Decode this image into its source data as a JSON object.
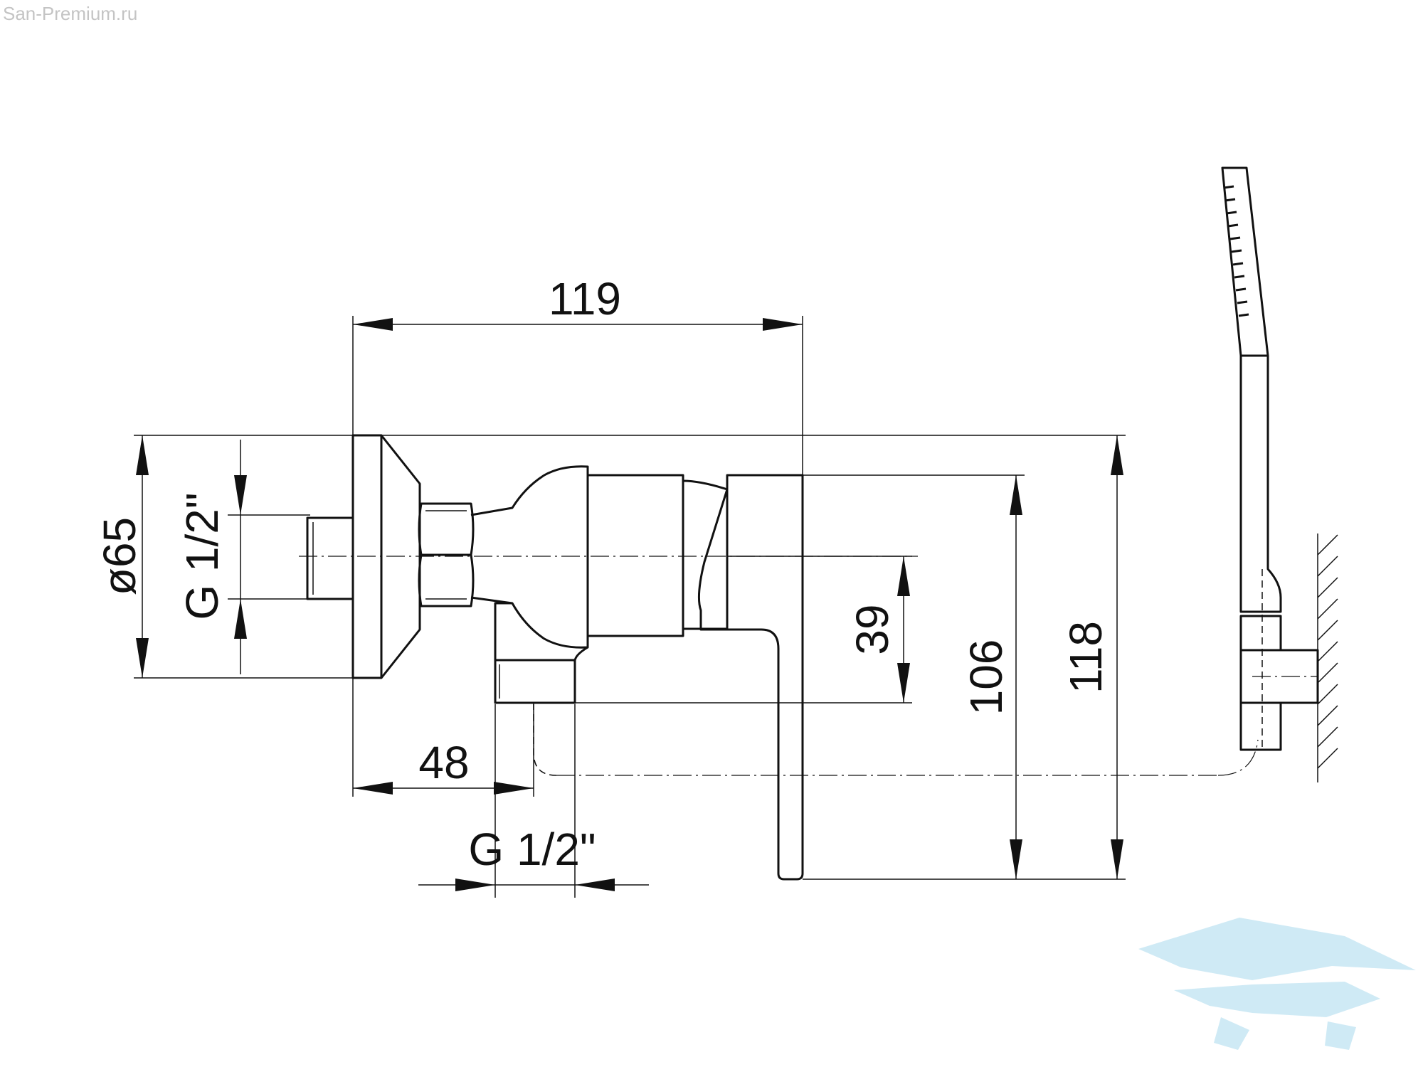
{
  "watermark": "San-Premium.ru",
  "dimensions": {
    "width_total": "119",
    "diameter_flange": "ø65",
    "thread_inlet": "G 1/2\"",
    "outlet_offset": "39",
    "handle_height": "106",
    "total_height": "118",
    "inlet_depth": "48",
    "thread_outlet": "G 1/2\""
  },
  "colors": {
    "line": "#111111",
    "watermark": "#c4c4c4",
    "logo": "#bfe3f2"
  }
}
